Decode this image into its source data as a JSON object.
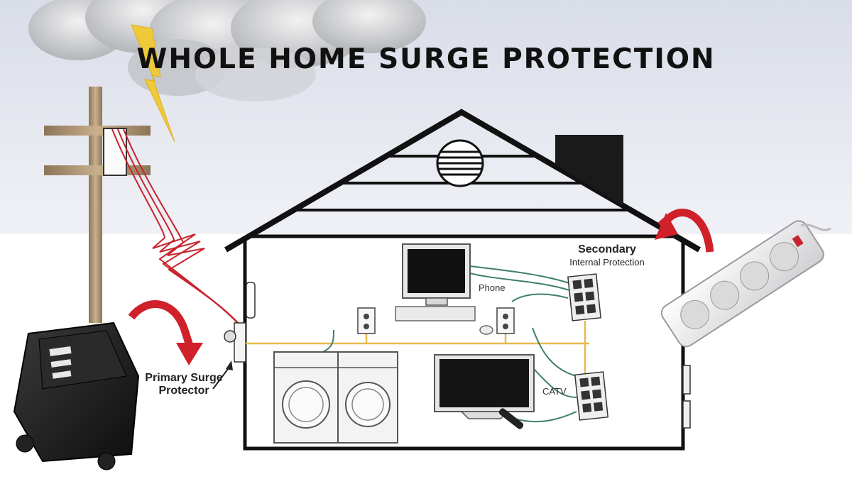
{
  "title": "WHOLE HOME SURGE PROTECTION",
  "labels": {
    "primary": "Primary Surge Protector",
    "secondary_title": "Secondary",
    "secondary_sub": "Internal Protection",
    "phone": "Phone",
    "catv": "CATV"
  },
  "colors": {
    "wire_red": "#c8232c",
    "arrow_red": "#d0202a",
    "bus_yellow": "#e5b94c",
    "cable_green": "#3f7f6a",
    "pole_wood": "#b49a78",
    "chimney": "#1a1a1a",
    "lightning": "#f0c93b"
  },
  "icons": [
    "cloud-icon",
    "lightning-icon",
    "utility-pole-icon",
    "house-icon",
    "attic-vent-icon",
    "chimney-icon",
    "primary-surge-protector-device-icon",
    "power-strip-icon",
    "computer-monitor-icon",
    "keyboard-icon",
    "mouse-icon",
    "wall-outlet-icon",
    "washer-icon",
    "dryer-icon",
    "tv-icon",
    "remote-icon",
    "surge-protector-block-icon",
    "curved-arrow-icon"
  ]
}
